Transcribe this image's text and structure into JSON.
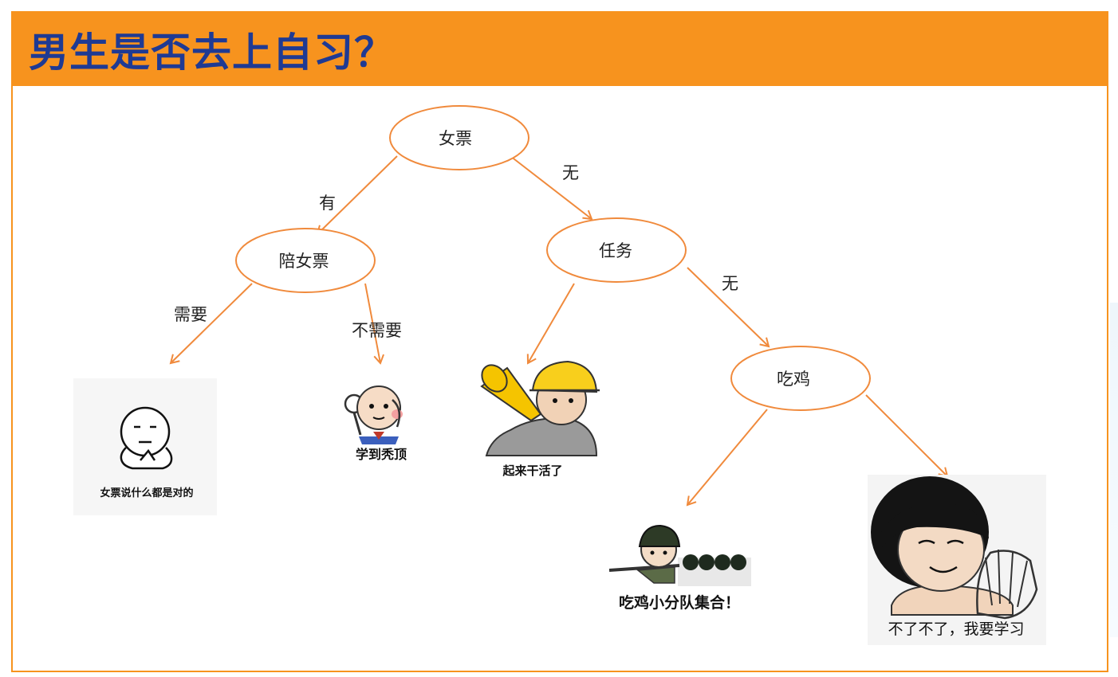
{
  "title": "男生是否去上自习？",
  "colors": {
    "accent": "#f7931e",
    "title_text": "#1f3a93",
    "line": "#f08a3c"
  },
  "nodes": {
    "root": "女票",
    "accompany": "陪女票",
    "task": "任务",
    "chicken": "吃鸡"
  },
  "edges": {
    "has": "有",
    "none_1": "无",
    "need": "需要",
    "no_need": "不需要",
    "none_2": "无"
  },
  "leaves": {
    "girlfriend_right": "女票说什么都是对的",
    "study_bald": "学到秃顶",
    "get_to_work": "起来干活了",
    "squad_assemble": "吃鸡小分队集合！",
    "want_to_study": "不了不了，我要学习"
  }
}
